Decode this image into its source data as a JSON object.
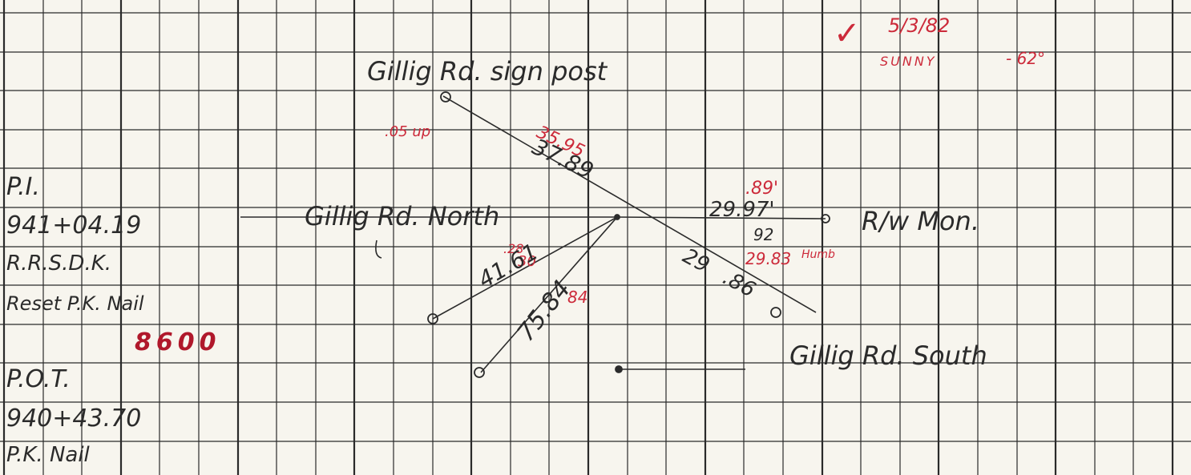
{
  "colors": {
    "paper": "#f7f5ee",
    "grid": "#2a2a2a",
    "ink": "#2b2b2b",
    "red_ink": "#cc2a3a"
  },
  "field_notes": {
    "date": "5/3/82",
    "weather": "SUNNY",
    "temperature": "- 62°",
    "check_mark": "✓"
  },
  "left_notes": {
    "pi_label": "P.I.",
    "pi_station": "941+04.19",
    "pi_desc": "R.R.S.D.K.",
    "reset": "Reset P.K. Nail",
    "elevation": "8600",
    "pot_label": "P.O.T.",
    "pot_station": "940+43.70",
    "pot_desc": "P.K. Nail"
  },
  "sketch": {
    "sign_post": "Gillig Rd. sign post",
    "road_north": "Gillig Rd. North",
    "road_south": "Gillig Rd. South",
    "rw_mon": "R/w Mon.",
    "up_note": ".05 up",
    "dist_sign_red": "35.95",
    "dist_sign_black": "37.89",
    "dist_rw_black": "29.97'",
    "dist_rw_red": ".89'",
    "dist_rw_alt": "92",
    "thumb": "Humb",
    "dist_se_red": "29.83",
    "dist_se_black": ".86",
    "dist_sw1_black": "41.61",
    "dist_sw1_red": ".28",
    "dist_sw1_red2": "30",
    "dist_sw2_black": "75.84",
    "dist_sw2_red": "84"
  }
}
